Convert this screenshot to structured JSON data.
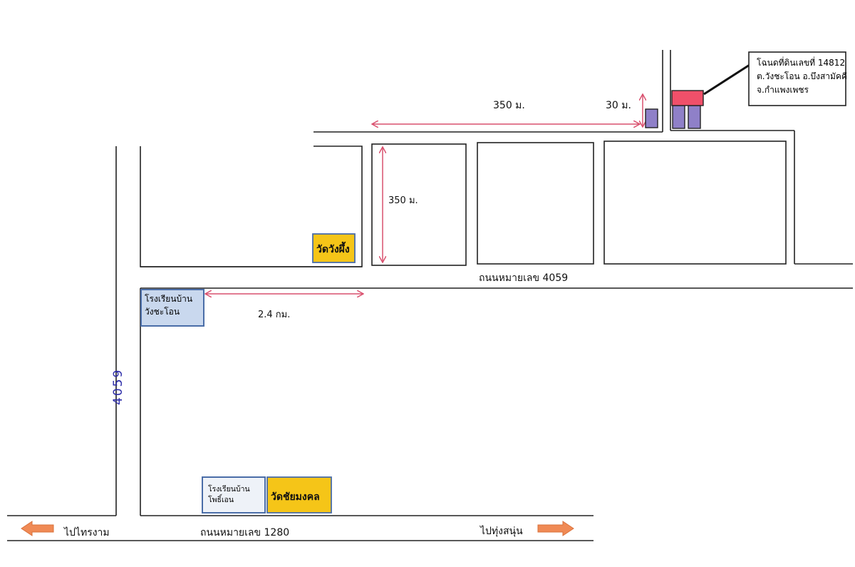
{
  "deed": {
    "line1": "โฉนดที่ดินเลขที่ 14812",
    "line2": "ต.วังชะโอน อ.บึงสามัคคี",
    "line3": "จ.กำแพงเพชร"
  },
  "distances": {
    "top_road": "350 ม.",
    "short": "30 ม.",
    "vertical": "350 ม.",
    "road_4059": "2.4 กม."
  },
  "roads": {
    "road_4059_label": "ถนนหมายเลข 4059",
    "road_1280_label": "ถนนหมายเลข 1280",
    "vertical_4059": "4059"
  },
  "landmarks": {
    "wat_wang_phueng": "วัดวังผึ้ง",
    "school_wang_cha_on_1": "โรงเรียนบ้าน",
    "school_wang_cha_on_2": "วังชะโอน",
    "school_pho_thi_on_1": "โรงเรียนบ้าน",
    "school_pho_thi_on_2": "โพธิ์เอน",
    "wat_chai_mongkhon": "วัดชัยมงคล"
  },
  "directions": {
    "left": "ไปไทรงาม",
    "right": "ไปทุ่งสนุ่น"
  },
  "colors": {
    "road_line": "#222222",
    "measure_arrow": "#d9506e",
    "temple_fill": "#f5c518",
    "school_fill": "#c9d8ee",
    "school_border": "#4a6da8",
    "plot_highlight": "#f0506a",
    "house_fill": "#8f80c8",
    "direction_arrow": "#f08a55",
    "road_number": "#2b2ba8"
  }
}
